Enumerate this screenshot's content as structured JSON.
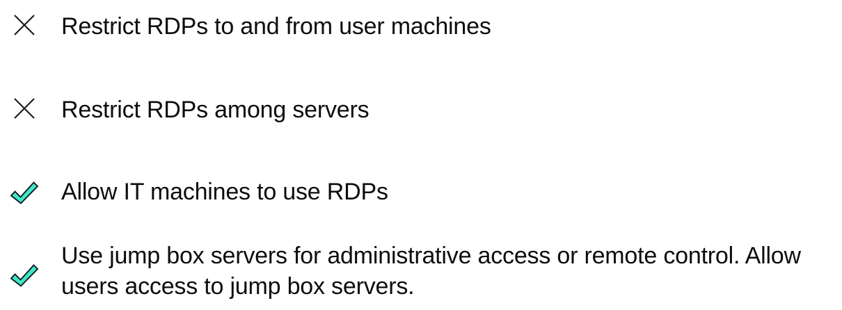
{
  "theme": {
    "background": "#ffffff",
    "text_color": "#0d0d0d",
    "check_fill": "#3ee8c4",
    "check_outline": "#111827",
    "cross_color": "#1a1a1a"
  },
  "checklist": {
    "items": [
      {
        "icon": "cross-icon",
        "status": "not-allowed",
        "label": "Restrict RDPs to and from user machines"
      },
      {
        "icon": "cross-icon",
        "status": "not-allowed",
        "label": "Restrict RDPs among servers"
      },
      {
        "icon": "check-icon",
        "status": "allowed",
        "label": "Allow IT machines to use RDPs"
      },
      {
        "icon": "check-icon",
        "status": "allowed",
        "label": "Use jump box servers for administrative access or remote control. Allow users access to jump box servers."
      }
    ]
  }
}
